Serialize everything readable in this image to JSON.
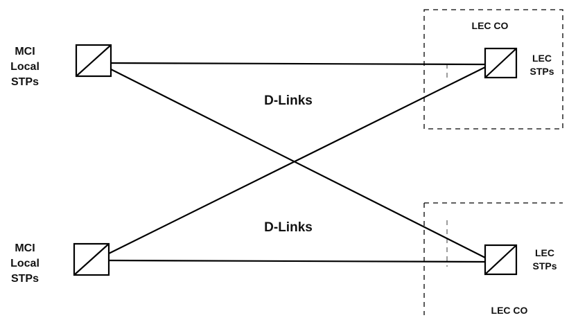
{
  "nodes": {
    "mci_top": {
      "lines": [
        "MCI",
        "Local",
        "STPs"
      ]
    },
    "mci_bottom": {
      "lines": [
        "MCI",
        "Local",
        "STPs"
      ]
    },
    "lec_top": {
      "lines": [
        "LEC",
        "STPs"
      ]
    },
    "lec_bottom": {
      "lines": [
        "LEC",
        "STPs"
      ]
    }
  },
  "regions": {
    "top_co": "LEC CO",
    "bottom_co": "LEC CO"
  },
  "links": {
    "upper_label": "D-Links",
    "lower_label": "D-Links"
  }
}
